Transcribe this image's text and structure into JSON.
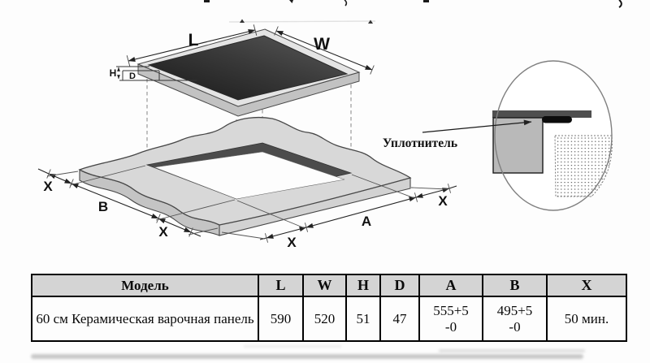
{
  "diagram": {
    "hob_labels": {
      "L": "L",
      "W": "W",
      "H": "H",
      "D": "D"
    },
    "cutout_labels": {
      "A": "A",
      "B": "B",
      "X": "X"
    },
    "seal_label": "Уплотнитель"
  },
  "table": {
    "headers": [
      "Модель",
      "L",
      "W",
      "H",
      "D",
      "A",
      "B",
      "X"
    ],
    "rows": [
      {
        "model": "60 см Керамическая варочная панель",
        "L": "590",
        "W": "520",
        "H": "51",
        "D": "47",
        "A": "555+5\n-0",
        "B": "495+5\n-0",
        "X": "50 мин."
      }
    ]
  },
  "colors": {
    "glass_dark": "#181818",
    "glass_light": "#5a5a5a",
    "frame": "#e4e4e4",
    "counter_top": "#d8d8d8",
    "cutout_wall": "#4c4c4c",
    "table_header_bg": "#d4d4d4"
  }
}
